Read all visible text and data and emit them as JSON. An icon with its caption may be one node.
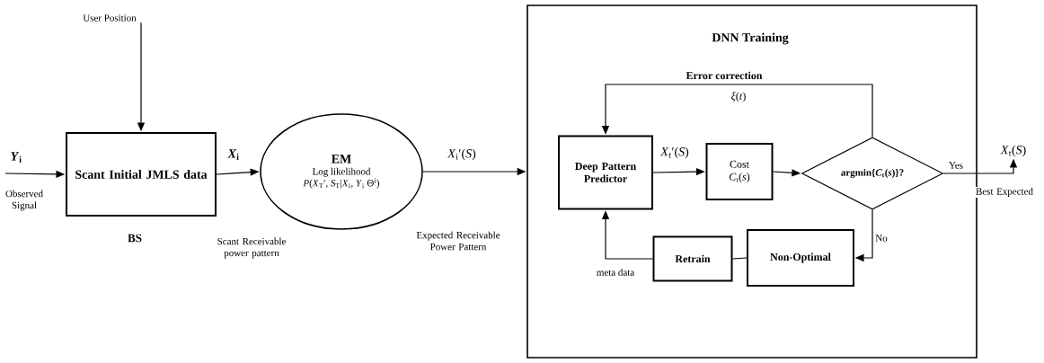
{
  "diagram": {
    "nodes": [
      {
        "text": [
          "User Position"
        ]
      },
      {
        "text": [
          "Scant Initial JMLS data"
        ],
        "beside": [
          "BS"
        ]
      },
      {
        "text": [
          "EM",
          "Log likelihood",
          "*P*(*X*$_{T}$′, *S*$_{T}$|*X*$_{i}$, *Y*$_{i}$ Θ$^{i}$)"
        ]
      },
      {
        "text": [
          "DNN Training"
        ]
      },
      {
        "text": [
          "Deep Pattern Predictor"
        ],
        "in": 3
      },
      {
        "text": [
          "Cost",
          "*C*$_{t}$(*s*)"
        ],
        "in": 3
      },
      {
        "text": [
          "argmin{*C*$_{t}$(*s*)}?"
        ],
        "in": 3
      },
      {
        "text": [
          "Non-Optimal"
        ],
        "in": 3
      },
      {
        "text": [
          "Retrain"
        ],
        "in": 3
      },
      {
        "text": [
          "*X*$_{t}$(*S*)"
        ]
      }
    ],
    "edges": [
      {
        "from": 0,
        "to": 1,
        "arrow": "to"
      },
      {
        "from": null,
        "to": 1,
        "arrow": "to",
        "label": "*Y*$_{i}$"
      },
      {
        "from": 1,
        "to": 2,
        "arrow": "to",
        "label": "*X*$_{i}$"
      },
      {
        "from": 2,
        "to": 3,
        "arrow": "to",
        "label": "*X*$_{i}$′(*S*)"
      },
      {
        "from": 4,
        "to": 5,
        "arrow": "to",
        "label": "*X*$_{t}$′(*S*)"
      },
      {
        "from": 5,
        "to": 6,
        "arrow": "to"
      },
      {
        "from": 6,
        "to": 4,
        "arrow": "to",
        "label": "Error correction"
      },
      {
        "from": 6,
        "to": 9,
        "arrow": "to",
        "label": "Yes"
      },
      {
        "from": 6,
        "to": 7,
        "arrow": "to",
        "label": "No"
      },
      {
        "from": 7,
        "to": 8,
        "arrow": "none"
      },
      {
        "from": 8,
        "to": 4,
        "arrow": "to",
        "label": "meta data"
      }
    ],
    "labels": [
      "Observed Signal",
      "Scant Receivable power pattern",
      "Expected Receivable Power Pattern",
      "*ξ*(*t*)",
      "Best Expected"
    ]
  }
}
